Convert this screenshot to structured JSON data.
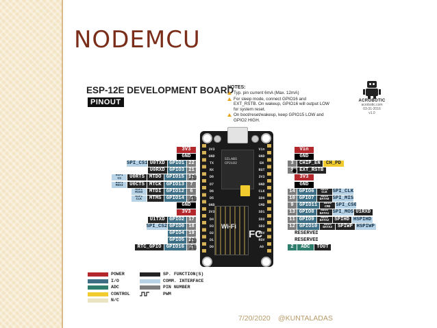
{
  "slide": {
    "title": "NODEMCU"
  },
  "board": {
    "title": "ESP-12E DEVELOPMENT BOARD",
    "pinout_label": "PINOUT",
    "chip_label": "SILABS\nCP2102",
    "wifi_label": "Wi-Fi",
    "fc_label": "FC"
  },
  "notes": {
    "heading": "NOTES:",
    "items": [
      "Typ. pin current 6mA (Max. 12mA)",
      "For sleep mode, connect GPIO16 and EXT_RSTB. On wakeup, GPIO16 will output LOW for system reset.",
      "On boot/reset/wakeup, keep GPIO15 LOW and GPIO2 HIGH."
    ]
  },
  "logo": {
    "name": "ACROBOTIC",
    "url": "acrobotic.com",
    "date": "03-31-2016",
    "version": "v1.0"
  },
  "left_pins": [
    {
      "tags": [
        {
          "t": "3V3",
          "c": "power"
        }
      ]
    },
    {
      "tags": [
        {
          "t": "GND",
          "c": "gnd"
        }
      ]
    },
    {
      "tags": [
        {
          "t": "SPI_CS1",
          "c": "comm"
        },
        {
          "t": "U0TXD",
          "c": "func"
        },
        {
          "t": "GPIO1",
          "c": "gpio"
        },
        {
          "t": "22",
          "c": "pinnum"
        }
      ]
    },
    {
      "tags": [
        {
          "t": "U0RXD",
          "c": "func"
        },
        {
          "t": "GPIO3",
          "c": "gpio"
        },
        {
          "t": "21",
          "c": "pinnum"
        }
      ]
    },
    {
      "tags": [
        {
          "t": "HSPI\nCS",
          "c": "comm"
        },
        {
          "t": "U0RTS",
          "c": "func"
        },
        {
          "t": "MTDO",
          "c": "func"
        },
        {
          "t": "GPIO15",
          "c": "gpio"
        },
        {
          "t": "16",
          "c": "pinnum"
        }
      ]
    },
    {
      "tags": [
        {
          "t": "HSPI\nMOSI",
          "c": "comm"
        },
        {
          "t": "U0CTS",
          "c": "func"
        },
        {
          "t": "MTCK",
          "c": "func"
        },
        {
          "t": "GPIO13",
          "c": "gpio"
        },
        {
          "t": "7",
          "c": "pinnum"
        }
      ]
    },
    {
      "tags": [
        {
          "t": "HSPI\nMISO",
          "c": "comm"
        },
        {
          "t": "MTDI",
          "c": "func"
        },
        {
          "t": "GPIO12",
          "c": "gpio"
        },
        {
          "t": "6",
          "c": "pinnum"
        }
      ]
    },
    {
      "tags": [
        {
          "t": "HSPI\nCLK",
          "c": "comm"
        },
        {
          "t": "MTMS",
          "c": "func"
        },
        {
          "t": "GPIO14",
          "c": "gpio"
        },
        {
          "t": "5",
          "c": "pinnum"
        }
      ]
    },
    {
      "tags": [
        {
          "t": "GND",
          "c": "gnd"
        }
      ]
    },
    {
      "tags": [
        {
          "t": "3V3",
          "c": "power"
        }
      ]
    },
    {
      "tags": [
        {
          "t": "U1TXD",
          "c": "func"
        },
        {
          "t": "GPIO2",
          "c": "gpio"
        },
        {
          "t": "17",
          "c": "pinnum"
        }
      ]
    },
    {
      "tags": [
        {
          "t": "SPI_CS2",
          "c": "comm"
        },
        {
          "t": "GPIO0",
          "c": "gpio"
        },
        {
          "t": "18",
          "c": "pinnum"
        }
      ]
    },
    {
      "tags": [
        {
          "t": "GPIO4",
          "c": "gpio"
        },
        {
          "t": "19",
          "c": "pinnum"
        }
      ]
    },
    {
      "tags": [
        {
          "t": "GPIO5",
          "c": "gpio"
        },
        {
          "t": "20",
          "c": "pinnum"
        }
      ]
    },
    {
      "tags": [
        {
          "t": "RTC_GPIO",
          "c": "func"
        },
        {
          "t": "GPIO16",
          "c": "gpio"
        },
        {
          "t": "4",
          "c": "pinnum"
        }
      ]
    }
  ],
  "right_pins": [
    {
      "tags": [
        {
          "t": "Vin",
          "c": "power"
        }
      ]
    },
    {
      "tags": [
        {
          "t": "GND",
          "c": "gnd"
        }
      ]
    },
    {
      "tags": [
        {
          "t": "3",
          "c": "pinnum"
        },
        {
          "t": "CHIP_EN",
          "c": "func"
        },
        {
          "t": "CH_PD",
          "c": "ctrl"
        }
      ]
    },
    {
      "tags": [
        {
          "t": "1",
          "c": "pinnum"
        },
        {
          "t": "EXT_RSTB",
          "c": "func"
        }
      ]
    },
    {
      "tags": [
        {
          "t": "3V3",
          "c": "power"
        }
      ]
    },
    {
      "tags": [
        {
          "t": "GND",
          "c": "gnd"
        }
      ]
    },
    {
      "tags": [
        {
          "t": "14",
          "c": "pinnum"
        },
        {
          "t": "GPIO6",
          "c": "gpio"
        },
        {
          "t": "SDIO\nCLK",
          "c": "func"
        },
        {
          "t": "SPI_CLK",
          "c": "comm"
        }
      ]
    },
    {
      "tags": [
        {
          "t": "10",
          "c": "pinnum"
        },
        {
          "t": "GPIO7",
          "c": "gpio"
        },
        {
          "t": "SDIO\nDATA0",
          "c": "func"
        },
        {
          "t": "SPI_MISO",
          "c": "comm"
        }
      ]
    },
    {
      "tags": [
        {
          "t": "9",
          "c": "pinnum"
        },
        {
          "t": "GPIO11",
          "c": "gpio"
        },
        {
          "t": "SDIO\nCMD",
          "c": "func"
        },
        {
          "t": "SPI_CS0",
          "c": "comm"
        }
      ]
    },
    {
      "tags": [
        {
          "t": "13",
          "c": "pinnum"
        },
        {
          "t": "GPIO8",
          "c": "gpio"
        },
        {
          "t": "SDIO\nDATA1",
          "c": "func"
        },
        {
          "t": "SPI_MOSI",
          "c": "comm"
        },
        {
          "t": "U1RXD",
          "c": "func"
        }
      ]
    },
    {
      "tags": [
        {
          "t": "11",
          "c": "pinnum"
        },
        {
          "t": "GPIO9",
          "c": "gpio"
        },
        {
          "t": "SDIO\nDATA2",
          "c": "func"
        },
        {
          "t": "SPIHD",
          "c": "func"
        },
        {
          "t": "HSPIHD",
          "c": "comm"
        }
      ]
    },
    {
      "tags": [
        {
          "t": "12",
          "c": "pinnum"
        },
        {
          "t": "GPIO10",
          "c": "gpio"
        },
        {
          "t": "SDIO\nDATA3",
          "c": "func"
        },
        {
          "t": "SPIWP",
          "c": "func"
        },
        {
          "t": "HSPIWP",
          "c": "comm"
        }
      ]
    },
    {
      "tags": [
        {
          "t": "RESERVED",
          "c": "empty"
        }
      ]
    },
    {
      "tags": [
        {
          "t": "RESERVED",
          "c": "empty"
        }
      ]
    },
    {
      "tags": [
        {
          "t": "2",
          "c": "adc"
        },
        {
          "t": "ADC",
          "c": "adc"
        },
        {
          "t": "TOUT",
          "c": "func"
        }
      ]
    }
  ],
  "board_left_labels": [
    "3V3",
    "GND",
    "TX",
    "RX",
    "D8",
    "D7",
    "D6",
    "D5",
    "GND",
    "3V3",
    "D4",
    "D3",
    "D2",
    "D1",
    "D0"
  ],
  "board_right_labels": [
    "Vin",
    "GND",
    "EN",
    "RST",
    "3V3",
    "GND",
    "CLK",
    "SD0",
    "CMD",
    "SD1",
    "SD2",
    "SD3",
    "RSV",
    "RSV",
    "A0"
  ],
  "legend": {
    "items": [
      {
        "label": "POWER",
        "c": "power"
      },
      {
        "label": "I/O",
        "c": "gpio"
      },
      {
        "label": "ADC",
        "c": "adc"
      },
      {
        "label": "CONTROL",
        "c": "ctrl"
      },
      {
        "label": "N/C",
        "c": "nc"
      },
      {
        "label": "SP. FUNCTION(S)",
        "c": "func"
      },
      {
        "label": "COMM. INTERFACE",
        "c": "comm"
      },
      {
        "label": "PIN NUMBER",
        "c": "pinnum"
      },
      {
        "label": "PWM",
        "c": "pwm"
      }
    ]
  },
  "pwm_rows_left": [
    4,
    7,
    13,
    14
  ],
  "footer": {
    "date": "7/20/2020",
    "author": "@KUNTALADAS"
  },
  "colors": {
    "power": "#b3282d",
    "gnd": "#000000",
    "gpio": "#3c6e86",
    "func": "#232323",
    "comm": "#b9d3e6",
    "pinnum": "#7d7d7d",
    "adc": "#2f7d6d",
    "ctrl": "#f2cc2e",
    "nc": "#ebe4c3"
  }
}
